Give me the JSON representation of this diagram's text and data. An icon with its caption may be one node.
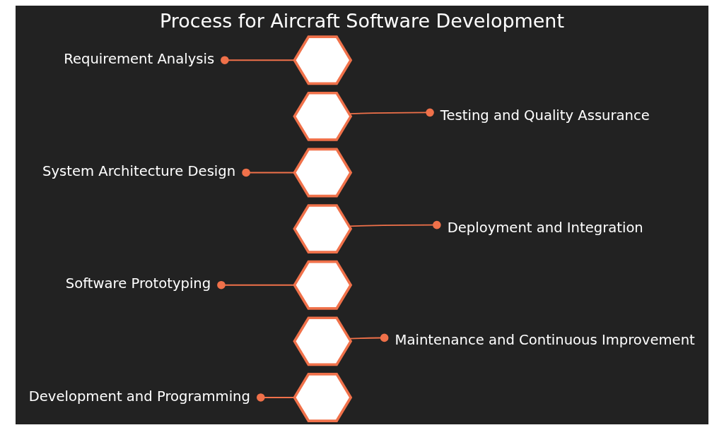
{
  "diagram": {
    "title": "Process for Aircraft Software Development",
    "nodes": [
      {
        "text": [
          "Requirement Analysis"
        ]
      },
      {
        "text": [],
        "shape": "hexagon"
      },
      {
        "text": [],
        "shape": "hexagon"
      },
      {
        "text": [
          "Testing and Quality Assurance"
        ]
      },
      {
        "text": [
          "System Architecture Design"
        ]
      },
      {
        "text": [],
        "shape": "hexagon"
      },
      {
        "text": [],
        "shape": "hexagon"
      },
      {
        "text": [
          "Deployment and Integration"
        ]
      },
      {
        "text": [
          "Software Prototyping"
        ]
      },
      {
        "text": [],
        "shape": "hexagon"
      },
      {
        "text": [],
        "shape": "hexagon"
      },
      {
        "text": [
          "Maintenance and Continuous Improvement"
        ]
      },
      {
        "text": [
          "Development and Programming"
        ]
      },
      {
        "text": [],
        "shape": "hexagon"
      }
    ],
    "edges": [
      {
        "from": 0,
        "to": 1,
        "arrow": "other"
      },
      {
        "from": 3,
        "to": 2,
        "arrow": "other"
      },
      {
        "from": 4,
        "to": 5,
        "arrow": "other"
      },
      {
        "from": 7,
        "to": 6,
        "arrow": "other"
      },
      {
        "from": 8,
        "to": 9,
        "arrow": "other"
      },
      {
        "from": 11,
        "to": 10,
        "arrow": "other"
      },
      {
        "from": 12,
        "to": 13,
        "arrow": "other"
      }
    ]
  }
}
